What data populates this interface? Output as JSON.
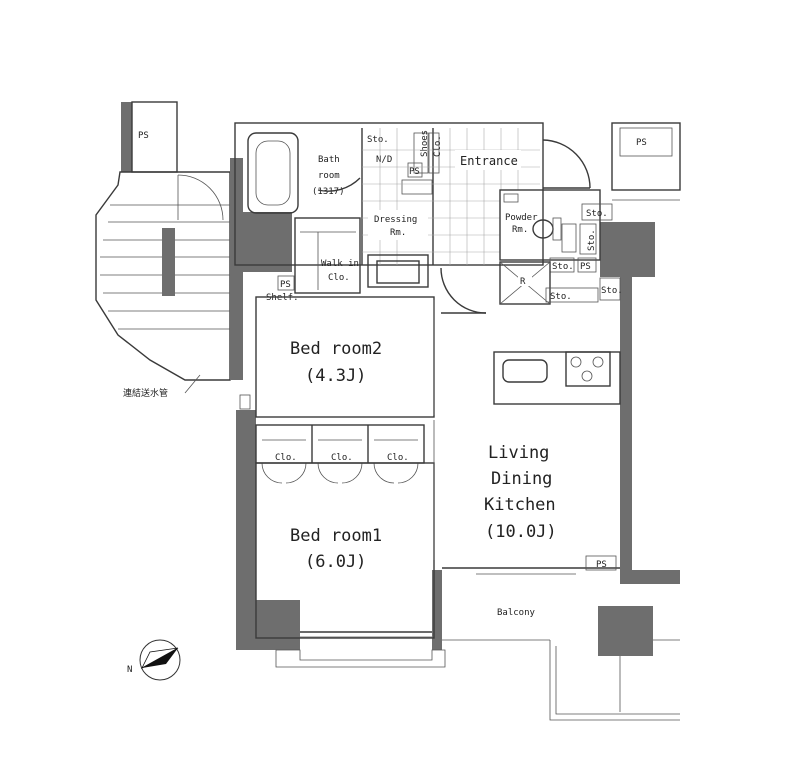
{
  "rooms": {
    "bedroom2": {
      "name": "Bed room2",
      "size": "(4.3J)"
    },
    "bedroom1": {
      "name": "Bed room1",
      "size": "(6.0J)"
    },
    "ldk": {
      "line1": "Living",
      "line2": "Dining",
      "line3": "Kitchen",
      "size": "(10.0J)"
    },
    "bath": {
      "line1": "Bath",
      "line2": "room",
      "line3": "(1317)"
    },
    "entrance": "Entrance",
    "dressing": {
      "line1": "Dressing",
      "line2": "Rm."
    },
    "powder": {
      "line1": "Powder",
      "line2": "Rm."
    },
    "walkin": {
      "line1": "Walk in",
      "line2": "Clo."
    },
    "balcony": "Balcony"
  },
  "labels": {
    "ps": "PS",
    "sto": "Sto.",
    "nd": "N/D",
    "shoes": "Shoes",
    "clo": "Clo.",
    "shelf": "Shelf.",
    "r": "R",
    "pipe": "連結送水管"
  },
  "compass": {
    "label": "N"
  }
}
